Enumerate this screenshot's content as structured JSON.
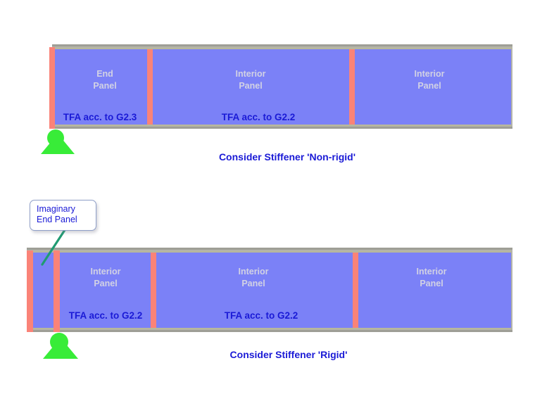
{
  "figure": {
    "title": "",
    "background_color": "#ffffff",
    "colors": {
      "web": "#7b81f7",
      "stiffener": "#fa8378",
      "flange": "#b8b89c",
      "backing": "#b4b4a8",
      "support": "#38ec38",
      "annotation_text": "#1a1ad6",
      "panel_label_text": "#d2d2e4",
      "callout_border": "#8f9fc8",
      "leader_line": "#1f9b72"
    }
  },
  "diagrams": [
    {
      "id": "non-rigid",
      "caption": "Consider Stiffener 'Non-rigid'",
      "panels": [
        {
          "name": "End\nPanel",
          "tfa": "TFA acc. to G2.3"
        },
        {
          "name": "Interior\nPanel",
          "tfa": "TFA acc. to G2.2"
        },
        {
          "name": "Interior\nPanel",
          "tfa": ""
        }
      ],
      "stiffener_count": 3,
      "support": {
        "type": "pinned-support"
      }
    },
    {
      "id": "rigid",
      "caption": "Consider Stiffener 'Rigid'",
      "callout": {
        "text": "Imaginary\nEnd Panel",
        "target": "imaginary-end-panel"
      },
      "panels": [
        {
          "name": "",
          "tfa": ""
        },
        {
          "name": "Interior\nPanel",
          "tfa": "TFA acc. to G2.2"
        },
        {
          "name": "Interior\nPanel",
          "tfa": "TFA acc. to G2.2"
        },
        {
          "name": "Interior\nPanel",
          "tfa": ""
        }
      ],
      "stiffener_count": 4,
      "support": {
        "type": "pinned-support"
      }
    }
  ]
}
